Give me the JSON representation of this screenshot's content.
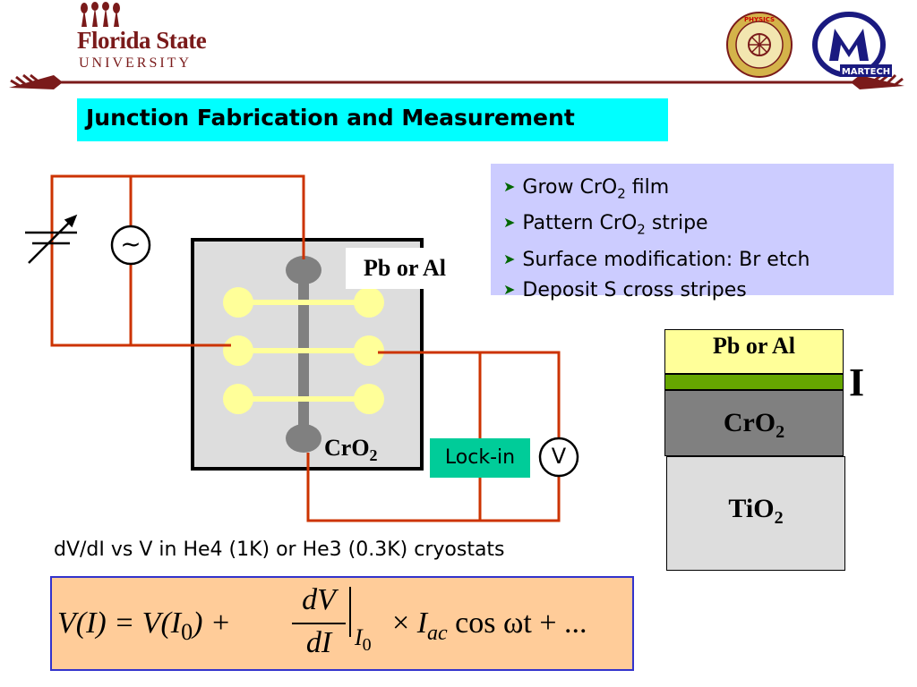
{
  "header": {
    "university_name": "Florida State",
    "university_sub": "UNIVERSITY",
    "physics_logo_label": "PHYSICS",
    "martech_logo_label": "MARTECH"
  },
  "slide": {
    "title": "Junction Fabrication and Measurement"
  },
  "steps": [
    {
      "pre": "Grow CrO",
      "sub": "2",
      "post": " film"
    },
    {
      "pre": "Pattern CrO",
      "sub": "2",
      "post": " stripe"
    },
    {
      "pre": "Surface modification: Br etch",
      "sub": "",
      "post": ""
    },
    {
      "pre": "Deposit S cross stripes",
      "sub": "",
      "post": ""
    }
  ],
  "circuit": {
    "ac_source_symbol": "~",
    "voltmeter_symbol": "V",
    "lockin_label": "Lock-in",
    "top_electrode_label": "Pb or Al",
    "bottom_film_label": "CrO",
    "bottom_film_sub": "2"
  },
  "stack": {
    "top_label": "Pb or Al",
    "barrier_label": "I",
    "middle_label": "CrO",
    "middle_sub": "2",
    "substrate_label": "TiO",
    "substrate_sub": "2"
  },
  "caption": "dV/dI vs V in He4 (1K) or He3 (0.3K) cryostats",
  "equation": {
    "lhs": "V(I) = V(I",
    "lhs_sub": "0",
    "lhs_close": ") +",
    "numerator": "dV",
    "denominator": "dI",
    "eval_sub": "I",
    "eval_sub2": "0",
    "times": "×",
    "current": "I",
    "current_sub": "ac",
    "tail": "cos ωt + ..."
  },
  "colors": {
    "maroon": "#7a1a1a",
    "wire": "#cc3300",
    "title_bg": "#00ffff",
    "bullet_bg": "#ccccff",
    "pad": "#ffff99",
    "stripe": "#808080",
    "lockin_bg": "#00cc99",
    "green_barrier": "#66a600",
    "equation_bg": "#ffcc99"
  }
}
